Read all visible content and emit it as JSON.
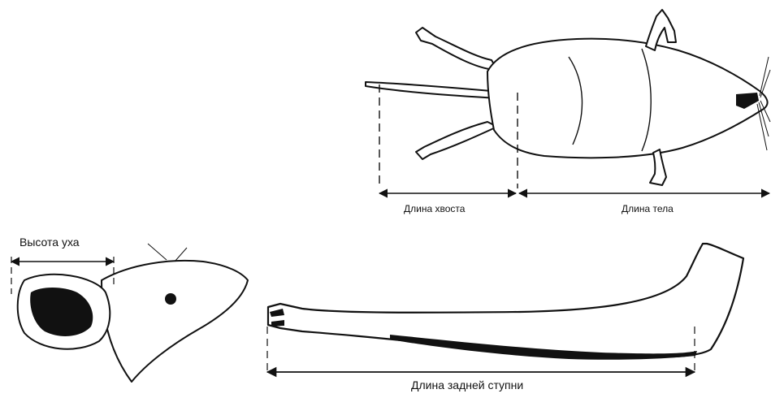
{
  "labels": {
    "tail_length": "Длина хвоста",
    "body_length": "Длина тела",
    "ear_height": "Высота уха",
    "hind_foot_length": "Длина задней ступни"
  },
  "colors": {
    "ink": "#111111",
    "background": "#ffffff"
  }
}
